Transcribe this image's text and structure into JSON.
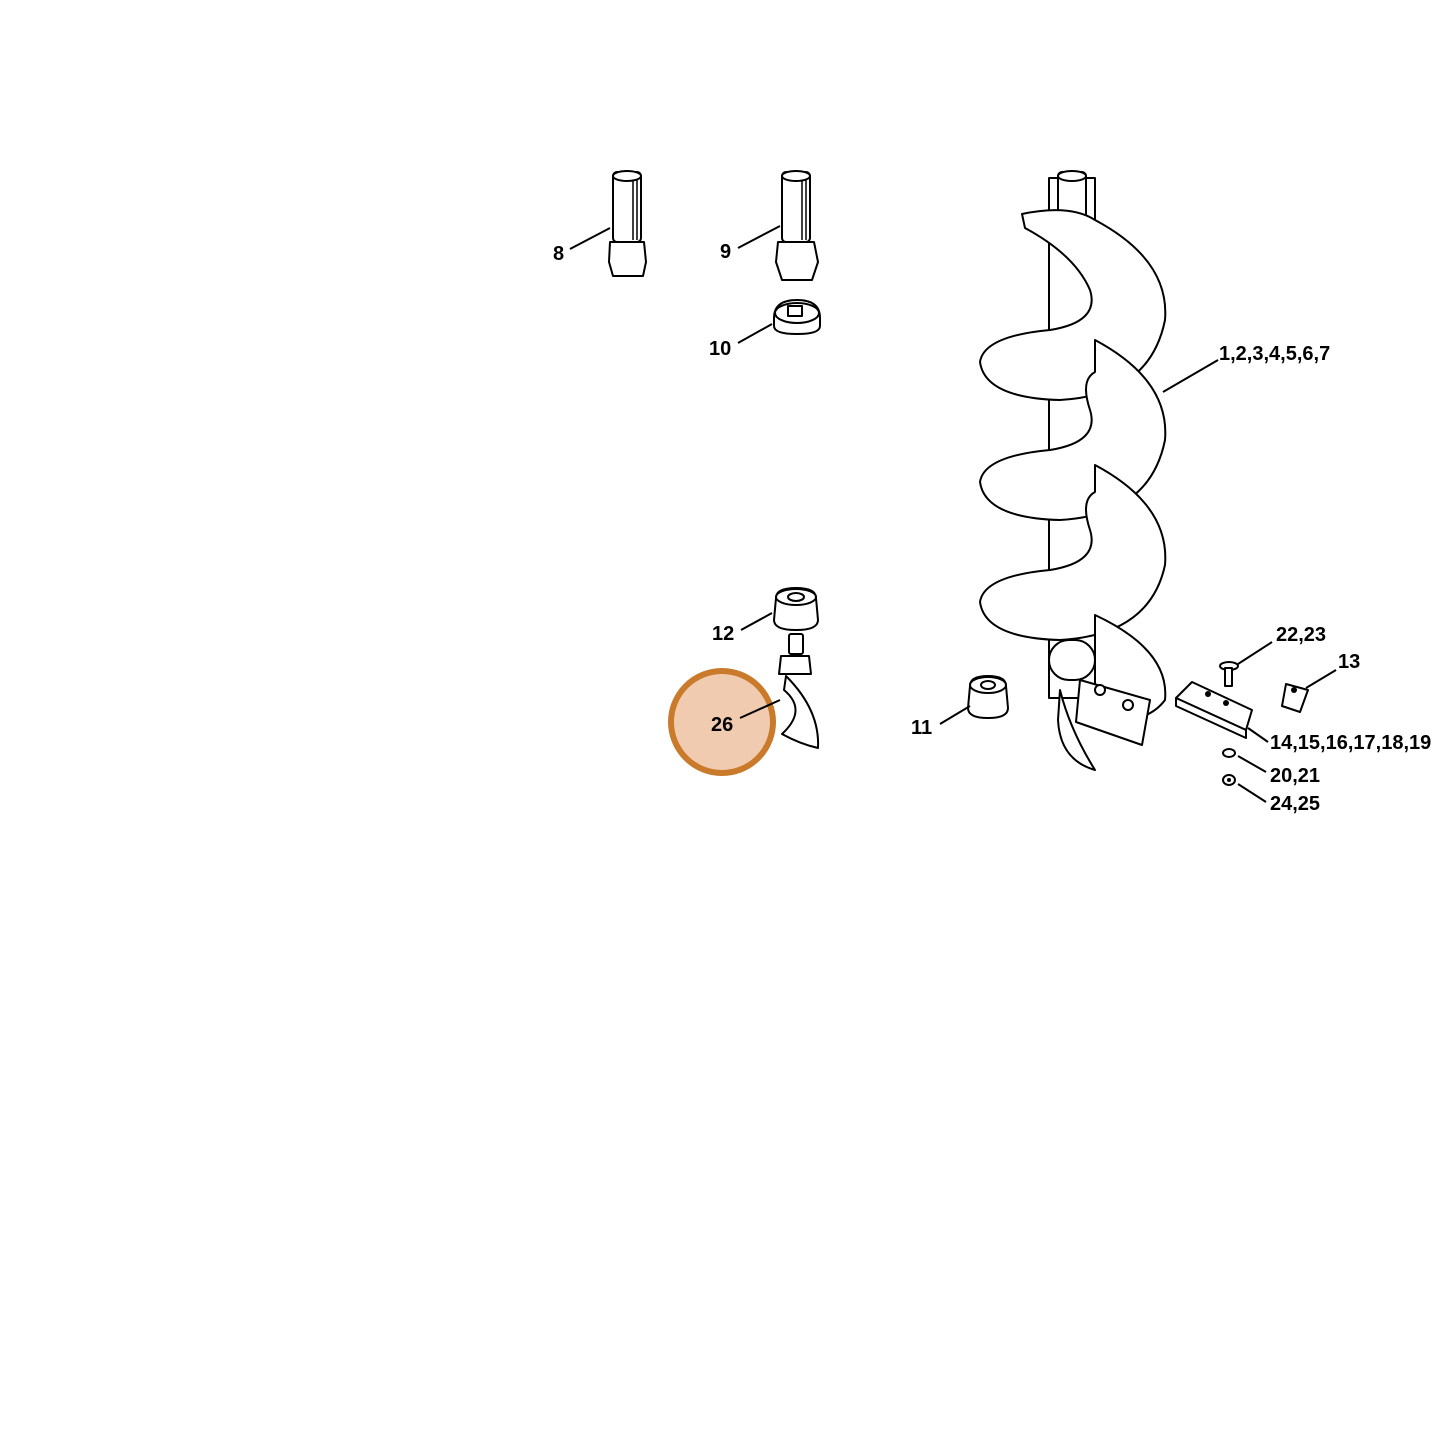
{
  "diagram": {
    "highlight_color": "#c97a2a",
    "highlight_fill": "#e6a06e",
    "highlighted_callout": "26",
    "callouts": {
      "c8": "8",
      "c9": "9",
      "c10": "10",
      "c1_7": "1,2,3,4,5,6,7",
      "c12": "12",
      "c26": "26",
      "c11": "11",
      "c22_23": "22,23",
      "c13": "13",
      "c14_19": "14,15,16,17,18,19",
      "c20_21": "20,21",
      "c24_25": "24,25"
    }
  }
}
